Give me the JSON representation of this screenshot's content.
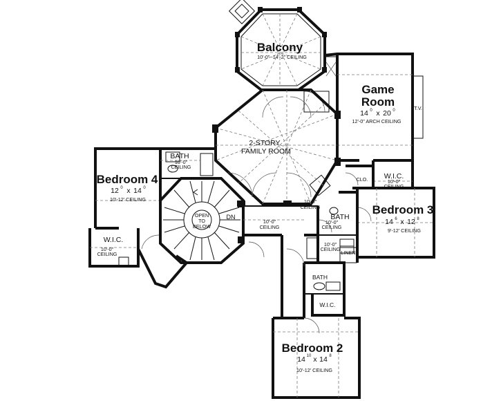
{
  "rooms": {
    "balcony": {
      "name": "Balcony",
      "ceiling": "10'-0\" -14'-2\" CEILING"
    },
    "game_room": {
      "name_line1": "Game",
      "name_line2": "Room",
      "dim_a": "14",
      "dim_a_sup": "0",
      "dim_x": "x",
      "dim_b": "20",
      "dim_b_sup": "0",
      "ceiling": "12'-0\" ARCH CEILING",
      "tv": "T.V."
    },
    "family_room": {
      "line1": "2-STORY",
      "line2": "FAMILY ROOM"
    },
    "bedroom4": {
      "name": "Bedroom 4",
      "dim_a": "12",
      "dim_a_sup": "0",
      "dim_x": "x",
      "dim_b": "14",
      "dim_b_sup": "0",
      "ceiling": "10'-12' CEILING"
    },
    "bedroom3": {
      "name": "Bedroom 3",
      "dim_a": "14",
      "dim_a_sup": "6",
      "dim_x": "x",
      "dim_b": "12",
      "dim_b_sup": "8",
      "ceiling": "9'-12' CEILING"
    },
    "bedroom2": {
      "name": "Bedroom 2",
      "dim_a": "14",
      "dim_a_sup": "10",
      "dim_x": "x",
      "dim_b": "14",
      "dim_b_sup": "8",
      "ceiling": "10'-12' CEILING"
    },
    "bath4": {
      "name": "BATH",
      "ceiling_l1": "10'-0\"",
      "ceiling_l2": "CEILING"
    },
    "bath3": {
      "name": "BATH",
      "ceiling_l1": "10'-0\"",
      "ceiling_l2": "CEILING"
    },
    "bath3_lower": {
      "ceiling_l1": "10'-0\"",
      "ceiling_l2": "CEILING"
    },
    "bath2": {
      "name": "BATH"
    },
    "wic4": {
      "name": "W.I.C.",
      "ceiling_l1": "10'-0\"",
      "ceiling_l2": "CEILING"
    },
    "wic3": {
      "name": "W.I.C.",
      "ceiling_l1": "10'-0\"",
      "ceiling_l2": "CEILING"
    },
    "wic2": {
      "name": "W.I.C."
    },
    "clo": {
      "name": "CLO."
    },
    "linen": {
      "name": "LINEN"
    },
    "stair": {
      "line1": "OPEN",
      "line2": "TO",
      "line3": "BELOW",
      "dn": "DN"
    },
    "hall_left": {
      "ceiling_l1": "10'-0\"",
      "ceiling_l2": "CEILING"
    },
    "hall_right": {
      "ceiling_l1": "10'-0\"",
      "ceiling_l2": "CEILING"
    }
  }
}
